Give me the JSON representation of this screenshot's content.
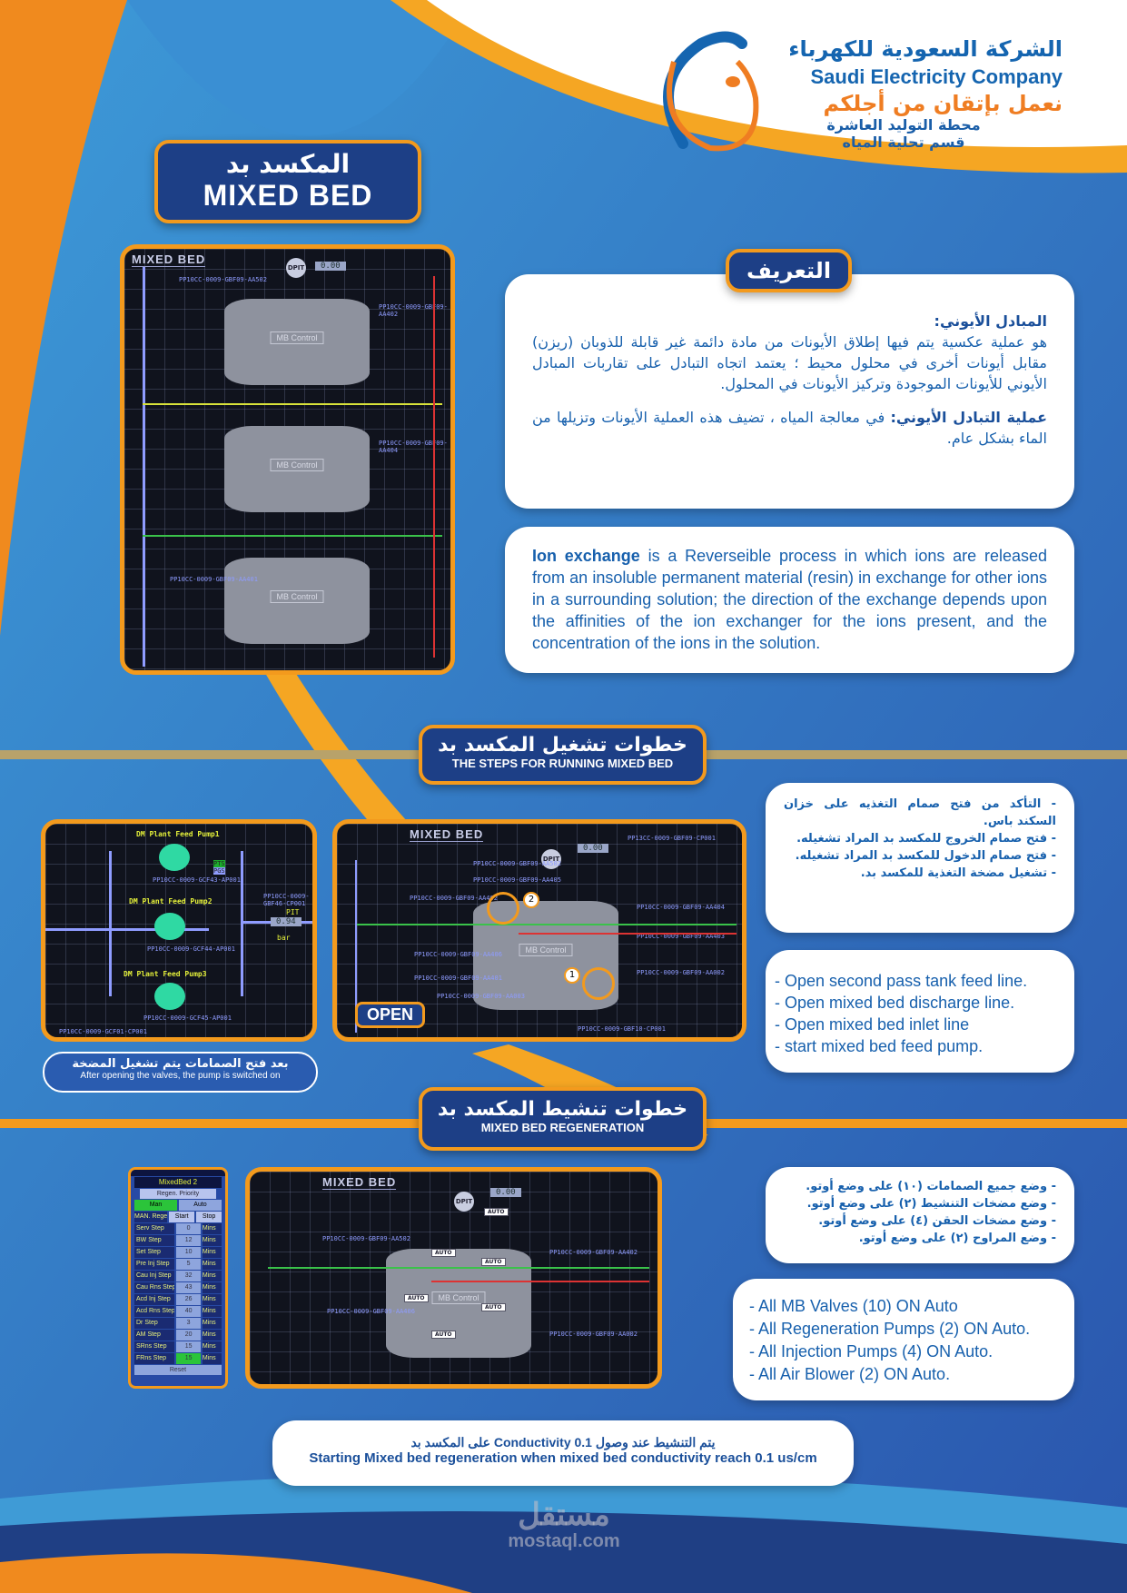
{
  "header": {
    "company_ar": "الشركة السعودية للكهرباء",
    "company_en": "Saudi Electricity Company",
    "slogan": "نعمل بإتقان من أجلكم",
    "station": "محطة التوليد العاشرة",
    "department": "قسم تحلية المياه"
  },
  "colors": {
    "navy": "#1d3f86",
    "orange": "#f39a1d",
    "blue": "#2f63b4",
    "text_blue": "#1760ad"
  },
  "title": {
    "ar": "المكسد بد",
    "en": "MIXED BED"
  },
  "definition": {
    "badge": "التعريف",
    "p1_head": "المبادل الأيوني:",
    "p1": "هو عملية عكسية يتم فيها إطلاق الأيونات من مادة دائمة غير قابلة للذوبان (ريزن) مقابل أيونات أخرى في محلول محيط ؛ يعتمد اتجاه التبادل على تقاربات المبادل الأيوني للأيونات الموجودة وتركيز الأيونات في المحلول.",
    "p2_head": "عملية التبادل الأيوني:",
    "p2": " في معالجة المياه ، تضيف هذه العملية الأيونات وتزيلها من الماء بشكل عام.",
    "en_head": "Ion exchange",
    "en": " is a Reverseible process in which ions are released from an insoluble permanent material (resin) in exchange for other ions in a surrounding solution; the direction of the exchange depends upon the affinities of the ion exchanger for the ions present, and the concentration of the ions in the solution."
  },
  "scada": {
    "mixed_bed": "MIXED BED",
    "mb_control": "MB Control",
    "dpit": "DPIT",
    "bar": "bar",
    "zero": "0.00",
    "open": "OPEN",
    "auto": "AUTO",
    "pit": "PIT",
    "pit_value": "0.94",
    "marker1": "1",
    "marker2": "2",
    "tags": [
      "PP10CC-0009-GBF09-AA502",
      "PP10CC-0009-GBF09-AA405",
      "PP10CC-0009-GBF09-AA402",
      "PP10CC-0009-GBF09-AA404",
      "PP10CC-0009-GBF09-AA406",
      "PP10CC-0009-GBF09-AA403",
      "PP10CC-0009-GBF09-AA401",
      "PP10CC-0009-GBF09-AA002",
      "PP10CC-0009-GBF09-AA003",
      "PP10CC-0009-GBF10-CP001",
      "PP13CC-0009-GBF09-CP001"
    ]
  },
  "pumps": {
    "items": [
      {
        "name": "DM Plant Feed Pump1",
        "tag": "PP10CC-0009-GCF43-AP001"
      },
      {
        "name": "DM Plant Feed Pump2",
        "tag": "PP10CC-0009-GCF44-AP001"
      },
      {
        "name": "DM Plant Feed Pump3",
        "tag": "PP10CC-0009-GCF45-AP001"
      }
    ],
    "pts": "PTS",
    "pgs": "PGS",
    "pit_tag": "PP10CC-0009-GBF46-CP001",
    "inlet_tag": "PP10CC-0009-GCF01-CP001",
    "caption_ar": "بعد فتح الصمامات يتم تشغيل المضخة",
    "caption_en": "After opening the valves, the pump is switched on"
  },
  "running": {
    "title_ar": "خطوات تشغيل المكسد بد",
    "title_en": "THE STEPS FOR RUNNING MIXED BED",
    "steps_ar": [
      "- التأكد من فتح صمام التغذيه على خزان السكند باس.",
      "- فتح صمام الخروج للمكسد بد المراد تشغيله.",
      "- فتح صمام الدخول للمكسد بد المراد تشغيله.",
      "- تشغيل مضخة التغذية للمكسد بد."
    ],
    "steps_en": [
      "- Open second pass tank feed line.",
      "- Open mixed bed discharge line.",
      "- Open mixed bed inlet line",
      "- start mixed bed feed pump."
    ]
  },
  "regen": {
    "title_ar": "خطوات تنشيط المكسد بد",
    "title_en": "MIXED BED REGENERATION",
    "steps_ar": [
      "- وضع جميع الصمامات (١٠) على وضع أوتو.",
      "- وضع مضخات التنشيط (٢) على وضع أوتو.",
      "- وضع مضخات الحقن (٤) على وضع أوتو.",
      "- وضع المراوح (٢) على وضع أوتو."
    ],
    "steps_en": [
      "- All MB Valves (10) ON Auto",
      "- All Regeneration Pumps (2) ON Auto.",
      "- All Injection Pumps (4) ON Auto.",
      "- All Air Blower (2) ON Auto."
    ],
    "panel": {
      "title": "MixedBed 2",
      "priority": "Regen. Priority",
      "man": "Man",
      "auto": "Auto",
      "man_regen": "MAN. Regen",
      "start": "Start",
      "stop": "Stop",
      "unit": "Mins",
      "reset": "Reset",
      "rows": [
        {
          "n": "Serv Step",
          "v": "0"
        },
        {
          "n": "BW Step",
          "v": "12"
        },
        {
          "n": "Set Step",
          "v": "10"
        },
        {
          "n": "Pre Inj Step",
          "v": "5"
        },
        {
          "n": "Cau Inj Step",
          "v": "32"
        },
        {
          "n": "Cau Rns Step",
          "v": "43"
        },
        {
          "n": "Acd Inj Step",
          "v": "26"
        },
        {
          "n": "Acd Rns Step",
          "v": "40"
        },
        {
          "n": "Dr Step",
          "v": "3"
        },
        {
          "n": "AM Step",
          "v": "20"
        },
        {
          "n": "SRns Step",
          "v": "15"
        },
        {
          "n": "FRns Step",
          "v": "15"
        }
      ]
    }
  },
  "footer": {
    "ar": "يتم التنشيط عند وصول Conductivity 0.1 على المكسد بد",
    "en": "Starting Mixed bed regeneration when mixed bed conductivity reach 0.1 us/cm"
  },
  "watermark": {
    "ar": "مستقل",
    "en": "mostaql.com"
  }
}
